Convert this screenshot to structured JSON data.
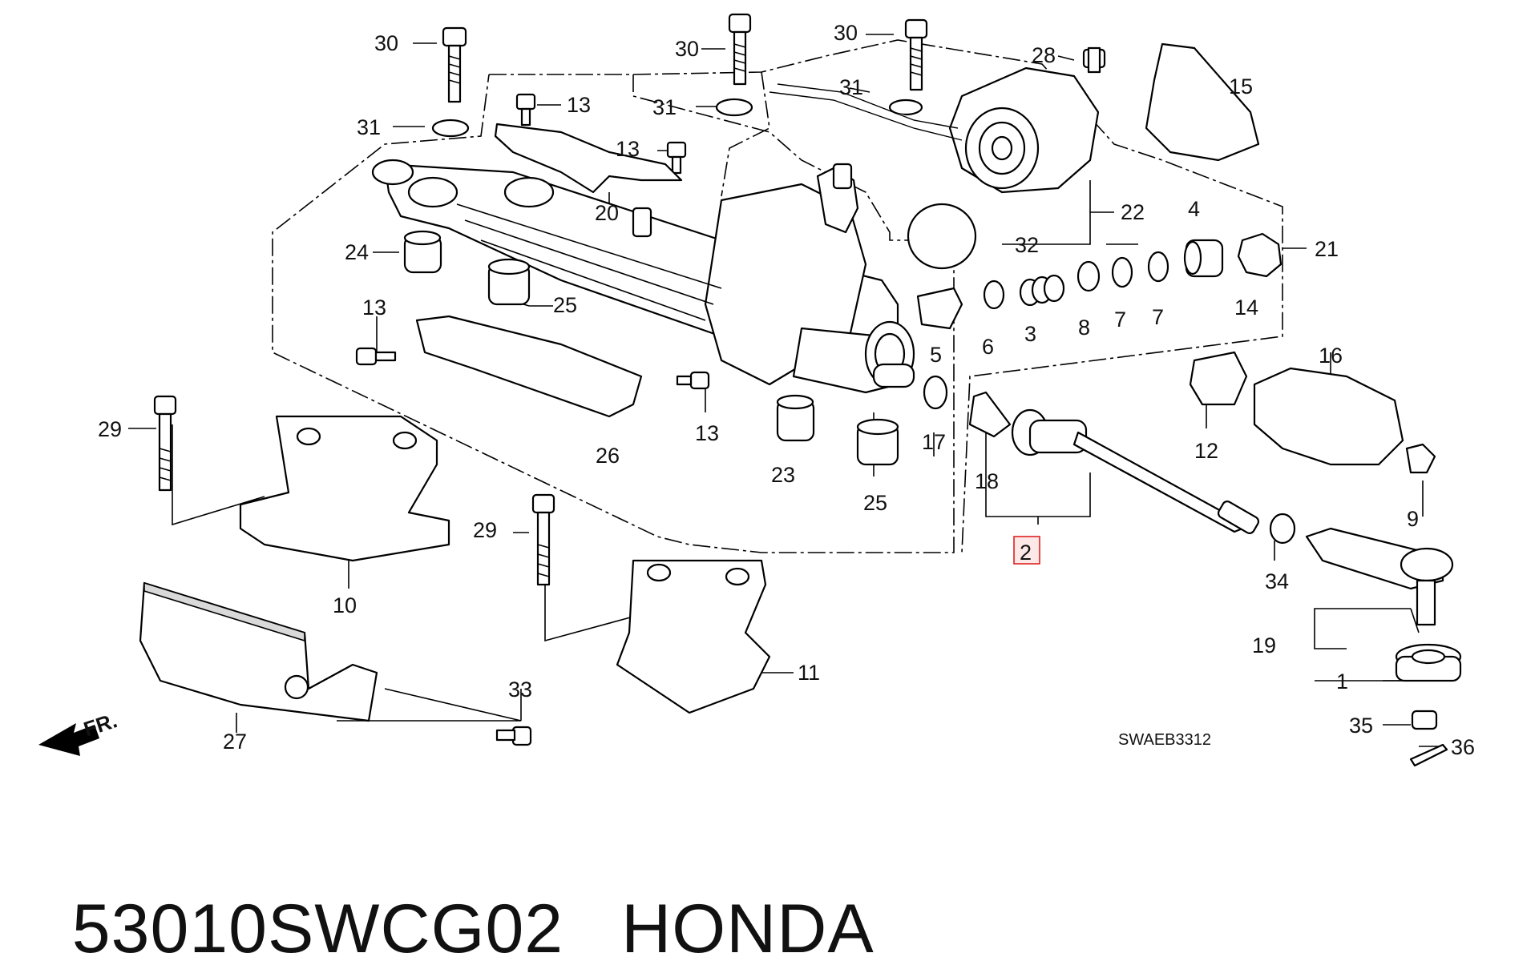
{
  "diagram": {
    "callouts": [
      "30",
      "30",
      "30",
      "31",
      "31",
      "31",
      "28",
      "15",
      "13",
      "13",
      "13",
      "13",
      "20",
      "22",
      "32",
      "21",
      "24",
      "25",
      "25",
      "23",
      "4",
      "14",
      "6",
      "3",
      "8",
      "7",
      "7",
      "5",
      "17",
      "26",
      "12",
      "16",
      "18",
      "9",
      "29",
      "29",
      "10",
      "11",
      "2",
      "34",
      "19",
      "1",
      "33",
      "35",
      "36",
      "27"
    ],
    "diagram_code": "SWAEB3312",
    "fr_label": "FR.",
    "highlighted_callout": "2"
  },
  "caption": {
    "part_number": "53010SWCG02",
    "brand": "HONDA"
  }
}
